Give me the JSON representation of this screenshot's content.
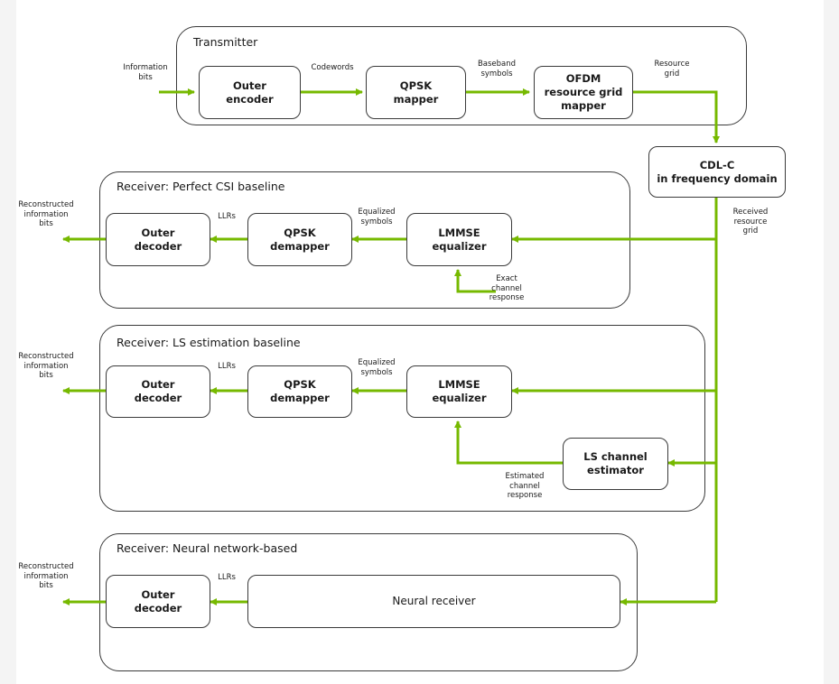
{
  "groups": {
    "transmitter": "Transmitter",
    "perfect_csi": "Receiver: Perfect CSI baseline",
    "ls_estimation": "Receiver: LS estimation baseline",
    "neural": "Receiver: Neural network-based"
  },
  "blocks": {
    "outer_encoder": "Outer\nencoder",
    "qpsk_mapper": "QPSK\nmapper",
    "ofdm_mapper": "OFDM\nresource grid\nmapper",
    "cdl_channel": "CDL-C\nin frequency domain",
    "outer_decoder": "Outer\ndecoder",
    "qpsk_demapper": "QPSK\ndemapper",
    "lmmse_equalizer": "LMMSE\nequalizer",
    "ls_channel_estimator": "LS channel\nestimator",
    "neural_receiver": "Neural receiver"
  },
  "labels": {
    "information_bits": "Information\nbits",
    "codewords": "Codewords",
    "baseband_symbols": "Baseband\nsymbols",
    "resource_grid": "Resource\ngrid",
    "received_resource_grid": "Received\nresource\ngrid",
    "reconstructed_bits": "Reconstructed\ninformation\nbits",
    "llrs": "LLRs",
    "equalized_symbols": "Equalized\nsymbols",
    "exact_channel_response": "Exact\nchannel\nresponse",
    "estimated_channel_response": "Estimated\nchannel\nresponse"
  },
  "colors": {
    "arrow": "#76b900",
    "border": "#3a3a3a"
  }
}
